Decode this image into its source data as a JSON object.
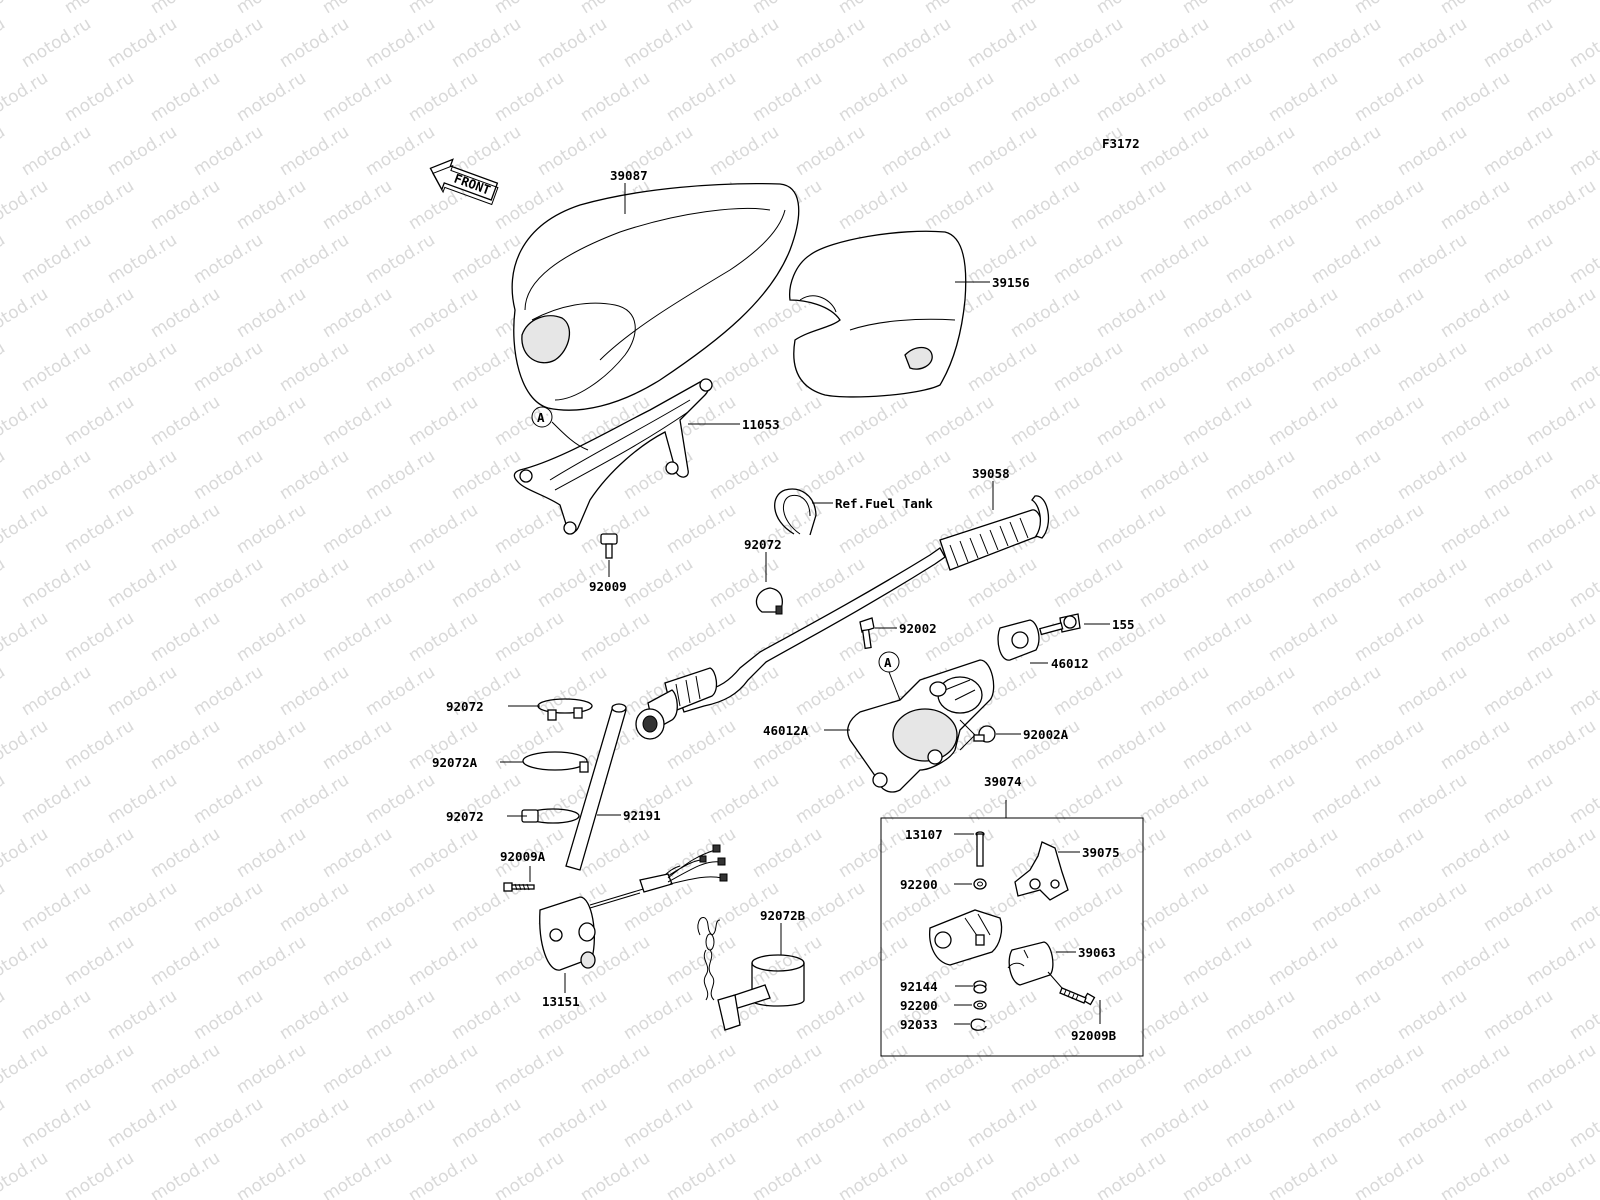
{
  "watermark": "motod.ru",
  "figure_code": "F3172",
  "front_label": "FRONT",
  "callout_a": "A",
  "parts": {
    "p39087": "39087",
    "p39156": "39156",
    "p11053": "11053",
    "p92009": "92009",
    "p39058": "39058",
    "ref_fuel_tank": "Ref.Fuel Tank",
    "p92072_top": "92072",
    "p92002": "92002",
    "p155": "155",
    "p46012": "46012",
    "p46012A": "46012A",
    "p92002A": "92002A",
    "p92072_a": "92072",
    "p92072A": "92072A",
    "p92072_b": "92072",
    "p92191": "92191",
    "p92009A": "92009A",
    "p13151": "13151",
    "p92072B": "92072B",
    "p39074": "39074",
    "p13107": "13107",
    "p39075": "39075",
    "p92200_a": "92200",
    "p39063": "39063",
    "p92144": "92144",
    "p92200_b": "92200",
    "p92033": "92033",
    "p92009B": "92009B"
  }
}
